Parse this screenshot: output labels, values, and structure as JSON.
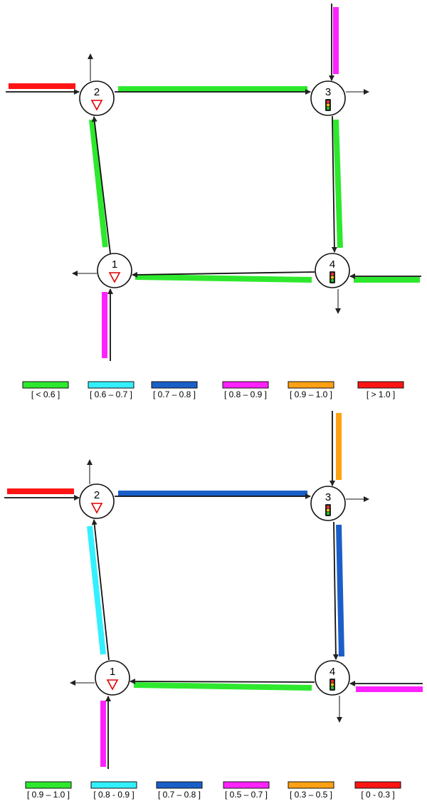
{
  "colors": {
    "green": "#2ee82e",
    "cyan": "#33f0ff",
    "blue": "#1a5ec8",
    "magenta": "#ff22ff",
    "orange": "#ffa112",
    "red": "#ff1414",
    "yield_sign": "#e00000"
  },
  "icons": {
    "yield": "yield-triangle-icon",
    "signal": "traffic-light-icon"
  },
  "diagrams": [
    {
      "nodes": [
        {
          "id": "1",
          "label": "1",
          "control": "yield"
        },
        {
          "id": "2",
          "label": "2",
          "control": "yield"
        },
        {
          "id": "3",
          "label": "3",
          "control": "signal"
        },
        {
          "id": "4",
          "label": "4",
          "control": "signal"
        }
      ],
      "links": [
        {
          "id": "entry-west-2",
          "color": "red"
        },
        {
          "id": "2-3",
          "color": "green"
        },
        {
          "id": "entry-north-3",
          "color": "magenta"
        },
        {
          "id": "3-4",
          "color": "green"
        },
        {
          "id": "entry-east-4",
          "color": "green"
        },
        {
          "id": "4-1",
          "color": "green"
        },
        {
          "id": "1-2",
          "color": "green"
        },
        {
          "id": "entry-south-1",
          "color": "magenta"
        }
      ],
      "legend": [
        {
          "color": "green",
          "label": "[ < 0.6 ]"
        },
        {
          "color": "cyan",
          "label": "[ 0.6 – 0.7 ]"
        },
        {
          "color": "blue",
          "label": "[ 0.7 – 0.8 ]"
        },
        {
          "color": "magenta",
          "label": "[ 0.8 – 0.9 ]"
        },
        {
          "color": "orange",
          "label": "[ 0.9 – 1.0 ]"
        },
        {
          "color": "red",
          "label": "[ > 1.0 ]"
        }
      ]
    },
    {
      "nodes": [
        {
          "id": "1",
          "label": "1",
          "control": "yield"
        },
        {
          "id": "2",
          "label": "2",
          "control": "yield"
        },
        {
          "id": "3",
          "label": "3",
          "control": "signal"
        },
        {
          "id": "4",
          "label": "4",
          "control": "signal"
        }
      ],
      "links": [
        {
          "id": "entry-west-2",
          "color": "red"
        },
        {
          "id": "2-3",
          "color": "blue"
        },
        {
          "id": "entry-north-3",
          "color": "orange"
        },
        {
          "id": "3-4",
          "color": "blue"
        },
        {
          "id": "entry-east-4",
          "color": "magenta"
        },
        {
          "id": "4-1",
          "color": "green"
        },
        {
          "id": "1-2",
          "color": "cyan"
        },
        {
          "id": "entry-south-1",
          "color": "magenta"
        }
      ],
      "legend": [
        {
          "color": "green",
          "label": "[ 0.9 – 1.0 ]"
        },
        {
          "color": "cyan",
          "label": "[ 0.8 - 0.9 ]"
        },
        {
          "color": "blue",
          "label": "[ 0.7 – 0.8 ]"
        },
        {
          "color": "magenta",
          "label": "[ 0.5 – 0.7 ]"
        },
        {
          "color": "orange",
          "label": "[ 0.3 – 0.5 ]"
        },
        {
          "color": "red",
          "label": "[ 0 - 0.3 ]"
        }
      ]
    }
  ]
}
